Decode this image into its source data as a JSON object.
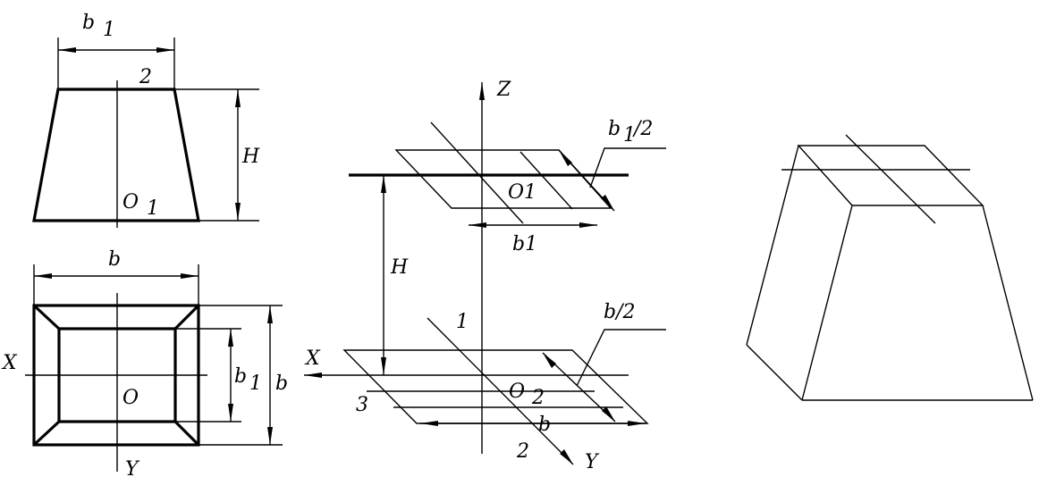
{
  "front_view": {
    "dim_top_width": "b",
    "dim_top_width_sub": "1",
    "top_edge_label": "2",
    "dim_height": "H",
    "center_label": "O",
    "center_label_sub": "1"
  },
  "top_view": {
    "dim_width": "b",
    "dim_inner_width": "b",
    "dim_inner_width_sub": "1",
    "dim_outer_height": "b",
    "axis_x": "X",
    "axis_y": "Y",
    "center_label": "O"
  },
  "axonometric": {
    "axis_z": "Z",
    "axis_x": "X",
    "axis_y": "Y",
    "top_half_width": "b",
    "top_half_width_sub": "1",
    "top_half_width_suffix": "/2",
    "top_center": "O1",
    "top_width": "b1",
    "height": "H",
    "bottom_half_width": "b/2",
    "bottom_center_main": "O",
    "bottom_center_sub": "2",
    "bottom_width": "b",
    "label_1": "1",
    "label_2": "2",
    "label_3": "3"
  },
  "colors": {
    "line": "#000000",
    "background": "#ffffff"
  }
}
